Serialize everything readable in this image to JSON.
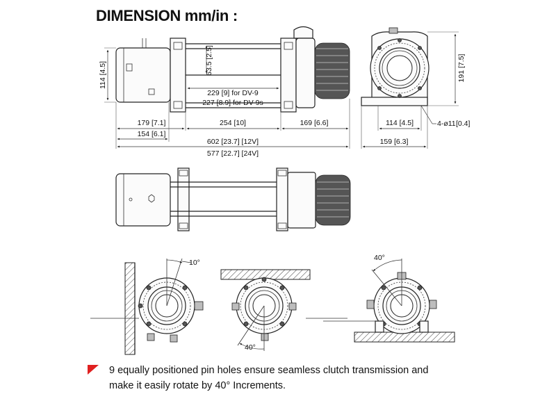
{
  "title": "DIMENSION mm/in :",
  "colors": {
    "accent": "#e02020",
    "line": "#222222"
  },
  "top_view": {
    "motor_height": "114 [4.5]",
    "drum_offset": "63.5 [2.5]",
    "drum_len_dv9": "229 [9] for DV-9",
    "drum_len_dv9s": "227 [8.9] for DV-9s",
    "motor_len": "179 [7.1]",
    "frame_span": "254 [10]",
    "gearbox_len": "169 [6.6]",
    "motor_len2": "154 [6.1]",
    "total_12v": "602 [23.7] [12V]",
    "total_24v": "577 [22.7] [24V]"
  },
  "end_view": {
    "height": "191 [7.5]",
    "bolt_spacing": "114 [4.5]",
    "holes": "4-ø11",
    "holes_inch": "[0.4]",
    "base_width": "159 [6.3]"
  },
  "rotation_views": {
    "angle_wall": "10°",
    "angle_ceiling": "40°",
    "angle_floor": "40°"
  },
  "note": {
    "line1": "9 equally positioned pin holes ensure seamless clutch transmission and",
    "line2": "make it easily rotate by 40° Increments."
  }
}
